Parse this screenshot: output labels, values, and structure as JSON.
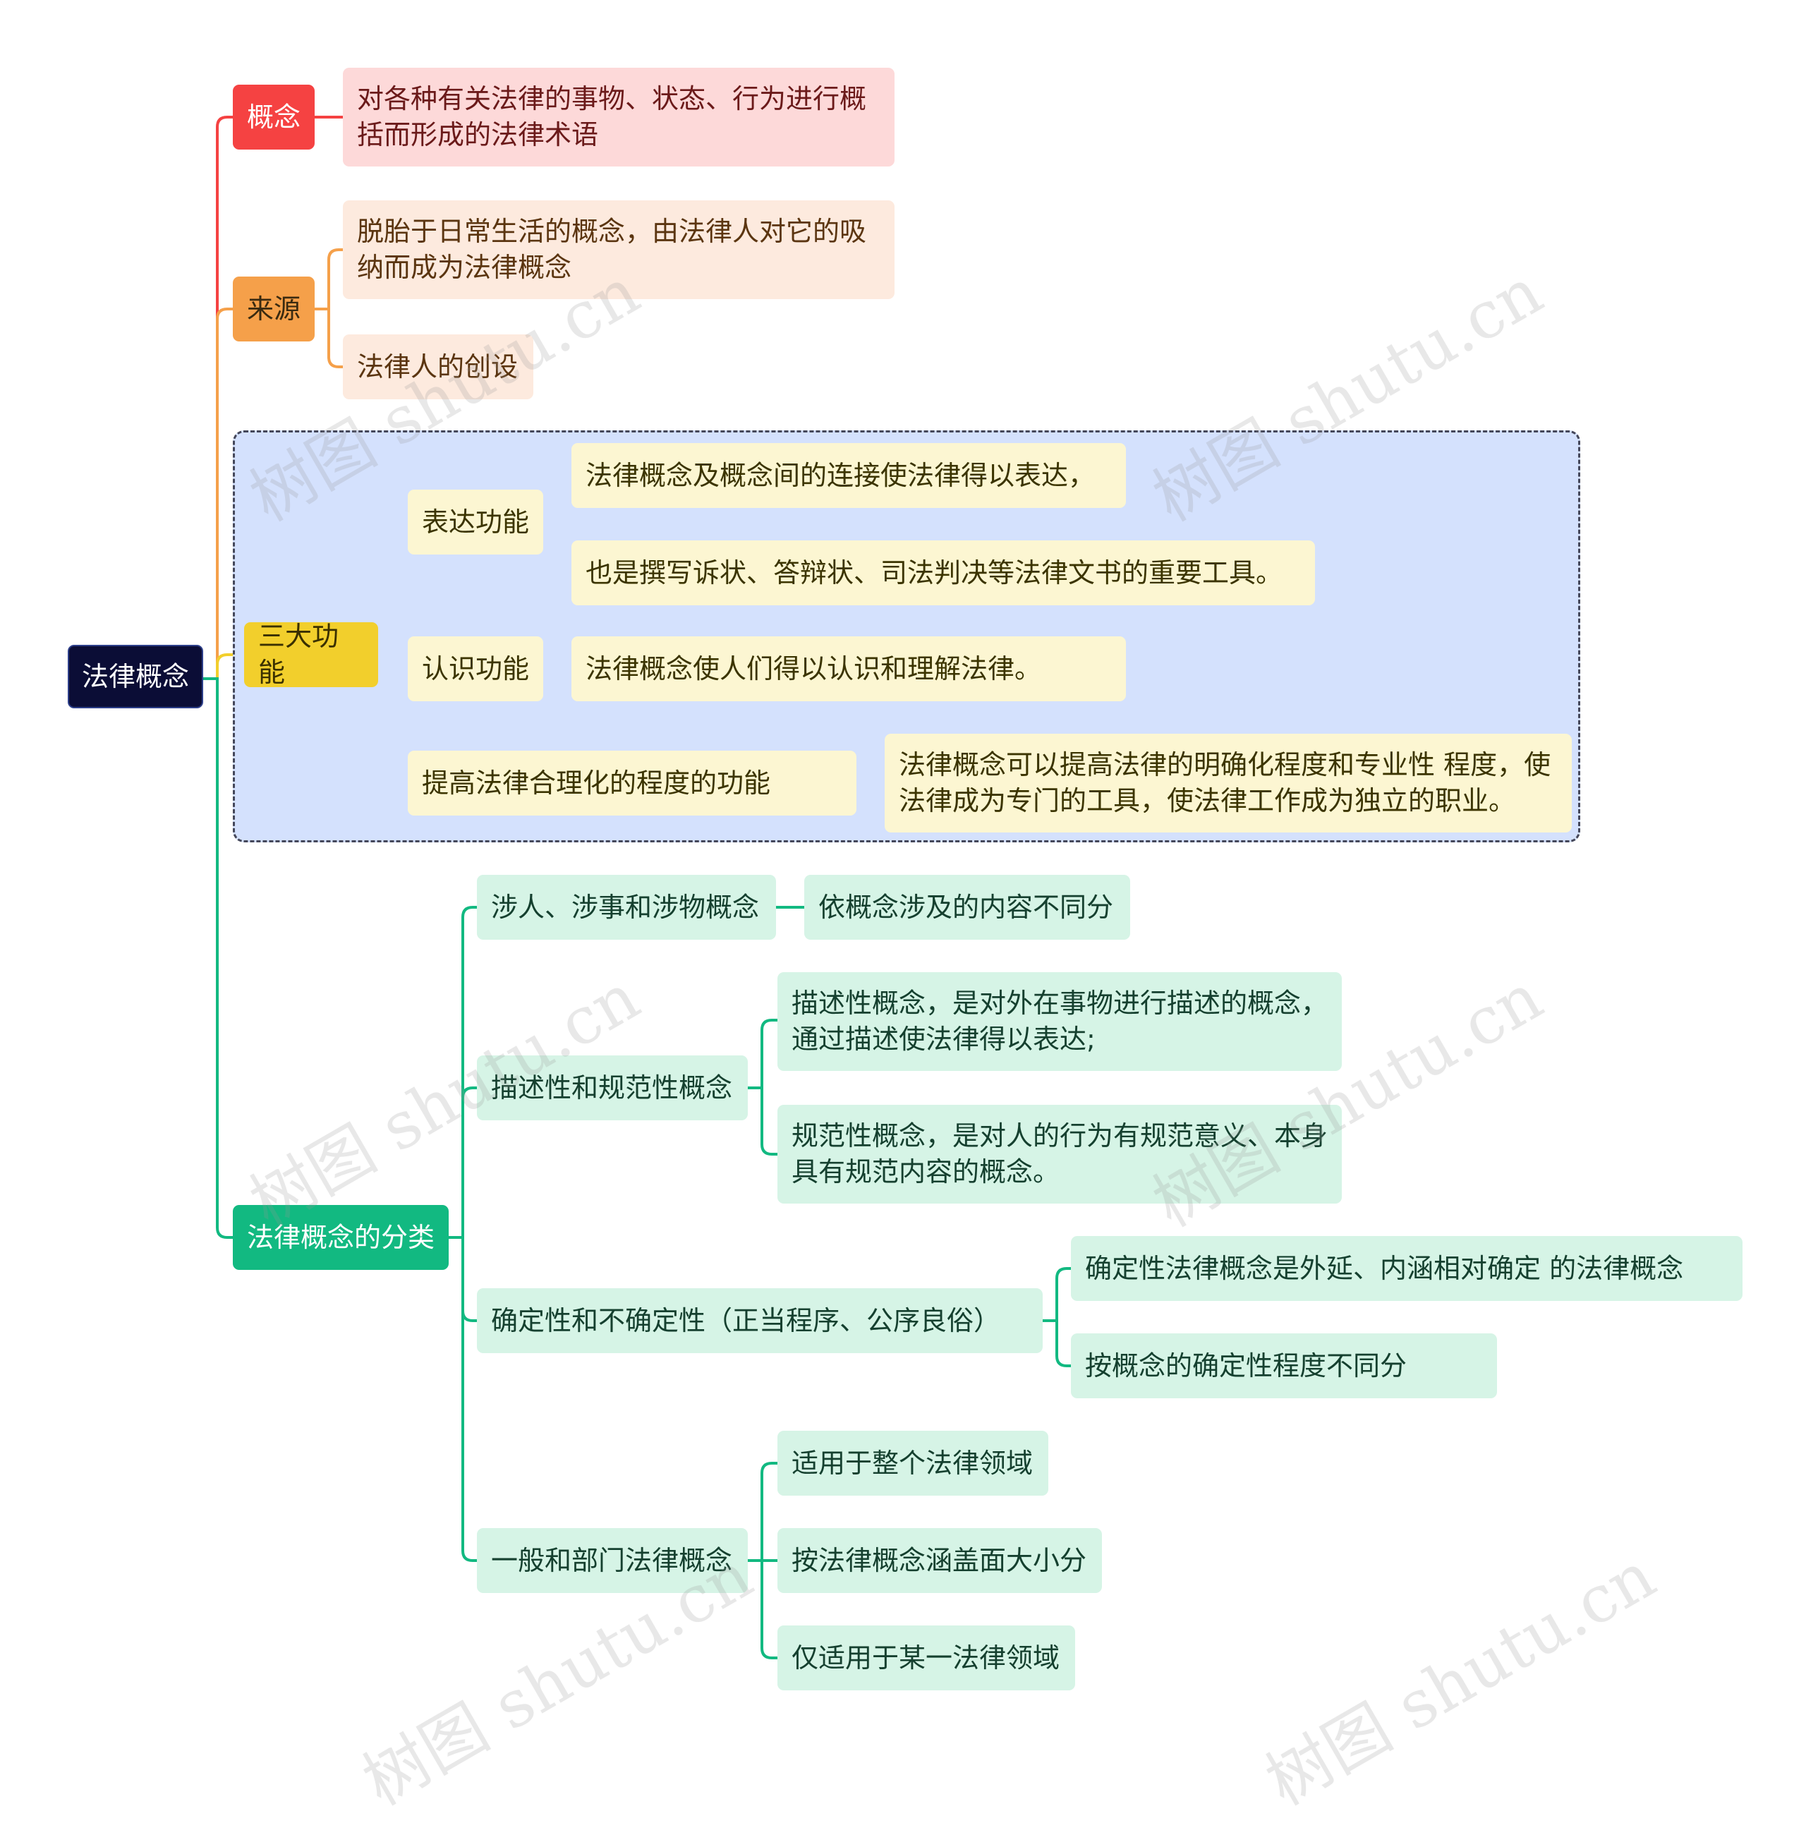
{
  "root": {
    "label": "法律概念"
  },
  "concept": {
    "label": "概念",
    "items": [
      "对各种有关法律的事物、状态、行为进行概括而形成的法律术语"
    ]
  },
  "source": {
    "label": "来源",
    "items": [
      "脱胎于日常生活的概念，由法律人对它的吸纳而成为法律概念",
      "法律人的创设"
    ]
  },
  "functions": {
    "label": "三大功能",
    "expression": {
      "label": "表达功能",
      "items": [
        "法律概念及概念间的连接使法律得以表达，",
        "也是撰写诉状、答辩状、司法判决等法律文书的重要工具。"
      ]
    },
    "cognition": {
      "label": "认识功能",
      "items": [
        "法律概念使人们得以认识和理解法律。"
      ]
    },
    "rationalization": {
      "label": "提高法律合理化的程度的功能",
      "items": [
        "法律概念可以提高法律的明确化程度和专业性 程度，使法律成为专门的工具，使法律工作成为独立的职业。"
      ]
    }
  },
  "classification": {
    "label": "法律概念的分类",
    "subject": {
      "label": "涉人、涉事和涉物概念",
      "items": [
        "依概念涉及的内容不同分"
      ]
    },
    "descriptive": {
      "label": "描述性和规范性概念",
      "items": [
        "描述性概念，是对外在事物进行描述的概念，通过描述使法律得以表达;",
        "规范性概念，是对人的行为有规范意义、本身具有规范内容的概念。"
      ]
    },
    "certainty": {
      "label": "确定性和不确定性（正当程序、公序良俗）",
      "items": [
        "确定性法律概念是外延、内涵相对确定 的法律概念",
        "按概念的确定性程度不同分"
      ]
    },
    "scope": {
      "label": "一般和部门法律概念",
      "items": [
        "适用于整个法律领域",
        "按法律概念涵盖面大小分",
        "仅适用于某一法律领域"
      ]
    }
  },
  "watermark": "树图 shutu.cn",
  "colors": {
    "root": "#0b0d36",
    "concept": "#f54242",
    "source": "#f5a04a",
    "functions": "#f2cf2c",
    "classification": "#12b981",
    "group_box": "#d4e1fd"
  }
}
